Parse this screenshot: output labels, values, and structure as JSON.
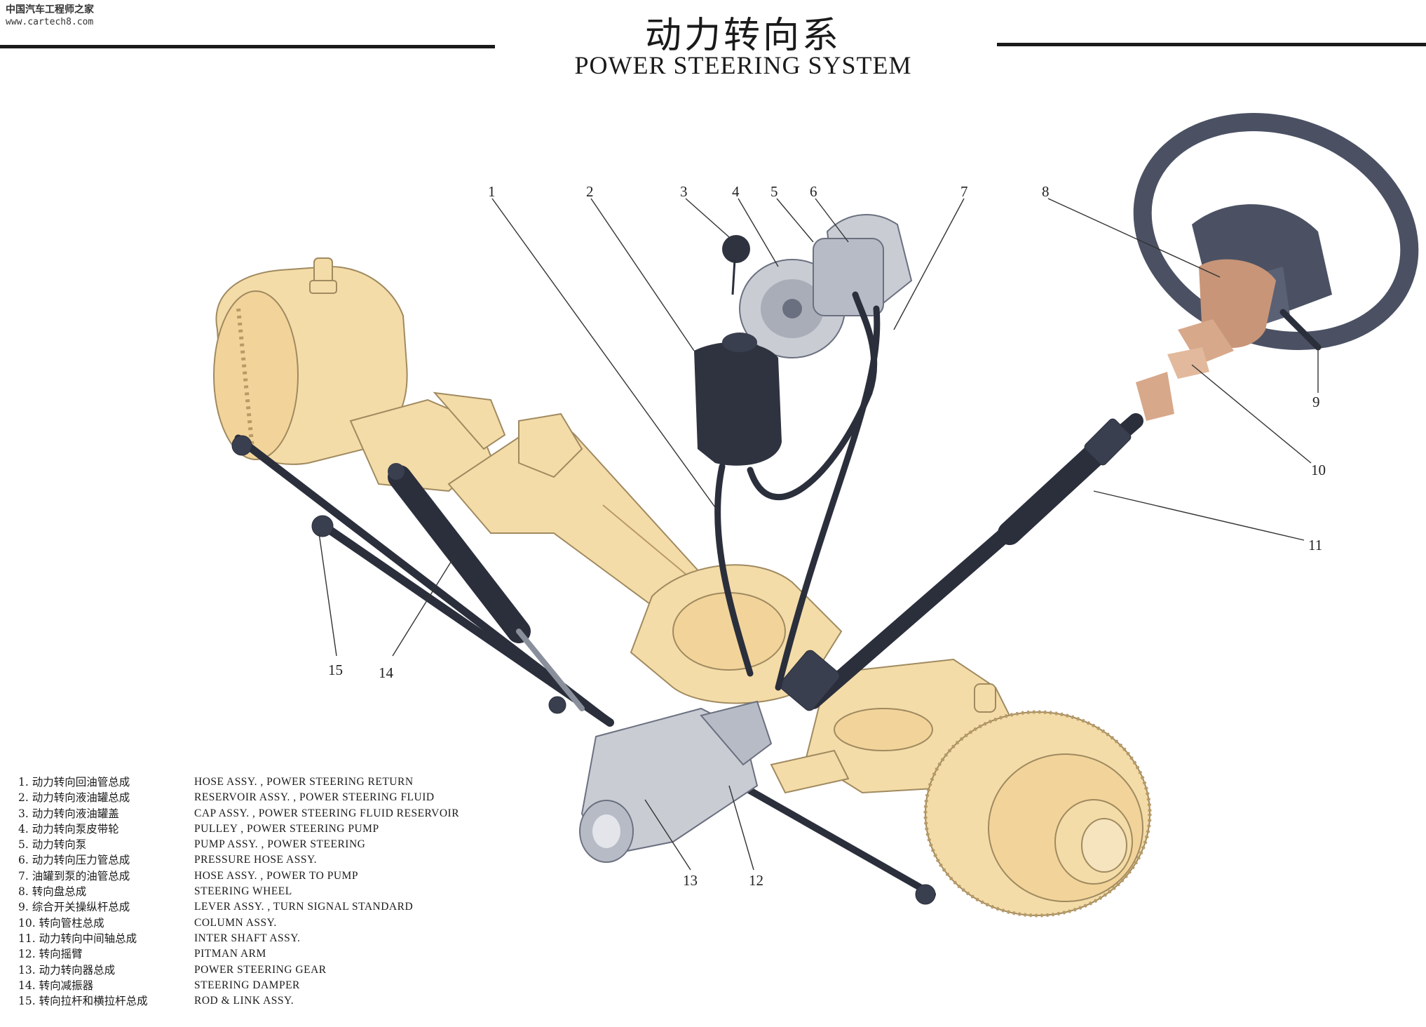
{
  "watermark": {
    "site_cn": "中国汽车工程师之家",
    "url": "www.cartech8.com"
  },
  "title_cn": "动力转向系",
  "title_en": "POWER STEERING SYSTEM",
  "colors": {
    "axle": "#f4dca8",
    "axle_line": "#a08a60",
    "dark_part": "#3a3f4f",
    "rod": "#2b2f3c",
    "pump": "#c9ccd3",
    "column": "#c89578",
    "wheel": "#4b5163"
  },
  "callouts": [
    {
      "num": "1"
    },
    {
      "num": "2"
    },
    {
      "num": "3"
    },
    {
      "num": "4"
    },
    {
      "num": "5"
    },
    {
      "num": "6"
    },
    {
      "num": "7"
    },
    {
      "num": "8"
    },
    {
      "num": "9"
    },
    {
      "num": "10"
    },
    {
      "num": "11"
    },
    {
      "num": "12"
    },
    {
      "num": "13"
    },
    {
      "num": "14"
    },
    {
      "num": "15"
    }
  ],
  "legend": [
    {
      "cn": "1. 动力转向回油管总成",
      "en": "HOSE ASSY. , POWER STEERING RETURN"
    },
    {
      "cn": "2. 动力转向液油罐总成",
      "en": "RESERVOIR ASSY. , POWER STEERING FLUID"
    },
    {
      "cn": "3. 动力转向液油罐盖",
      "en": "CAP ASSY. , POWER STEERING FLUID RESERVOIR"
    },
    {
      "cn": "4. 动力转向泵皮带轮",
      "en": "PULLEY , POWER STEERING PUMP"
    },
    {
      "cn": "5. 动力转向泵",
      "en": "PUMP ASSY. , POWER STEERING"
    },
    {
      "cn": "6. 动力转向压力管总成",
      "en": "PRESSURE HOSE ASSY."
    },
    {
      "cn": "7. 油罐到泵的油管总成",
      "en": "HOSE ASSY. , POWER TO PUMP"
    },
    {
      "cn": "8. 转向盘总成",
      "en": "STEERING WHEEL"
    },
    {
      "cn": "9. 综合开关操纵杆总成",
      "en": "LEVER ASSY. , TURN SIGNAL STANDARD"
    },
    {
      "cn": "10. 转向管柱总成",
      "en": "COLUMN ASSY."
    },
    {
      "cn": "11. 动力转向中间轴总成",
      "en": "INTER SHAFT ASSY."
    },
    {
      "cn": "12. 转向摇臂",
      "en": "PITMAN ARM"
    },
    {
      "cn": "13. 动力转向器总成",
      "en": "POWER STEERING GEAR"
    },
    {
      "cn": "14. 转向减振器",
      "en": "STEERING DAMPER"
    },
    {
      "cn": "15. 转向拉杆和横拉杆总成",
      "en": "ROD & LINK ASSY."
    }
  ]
}
